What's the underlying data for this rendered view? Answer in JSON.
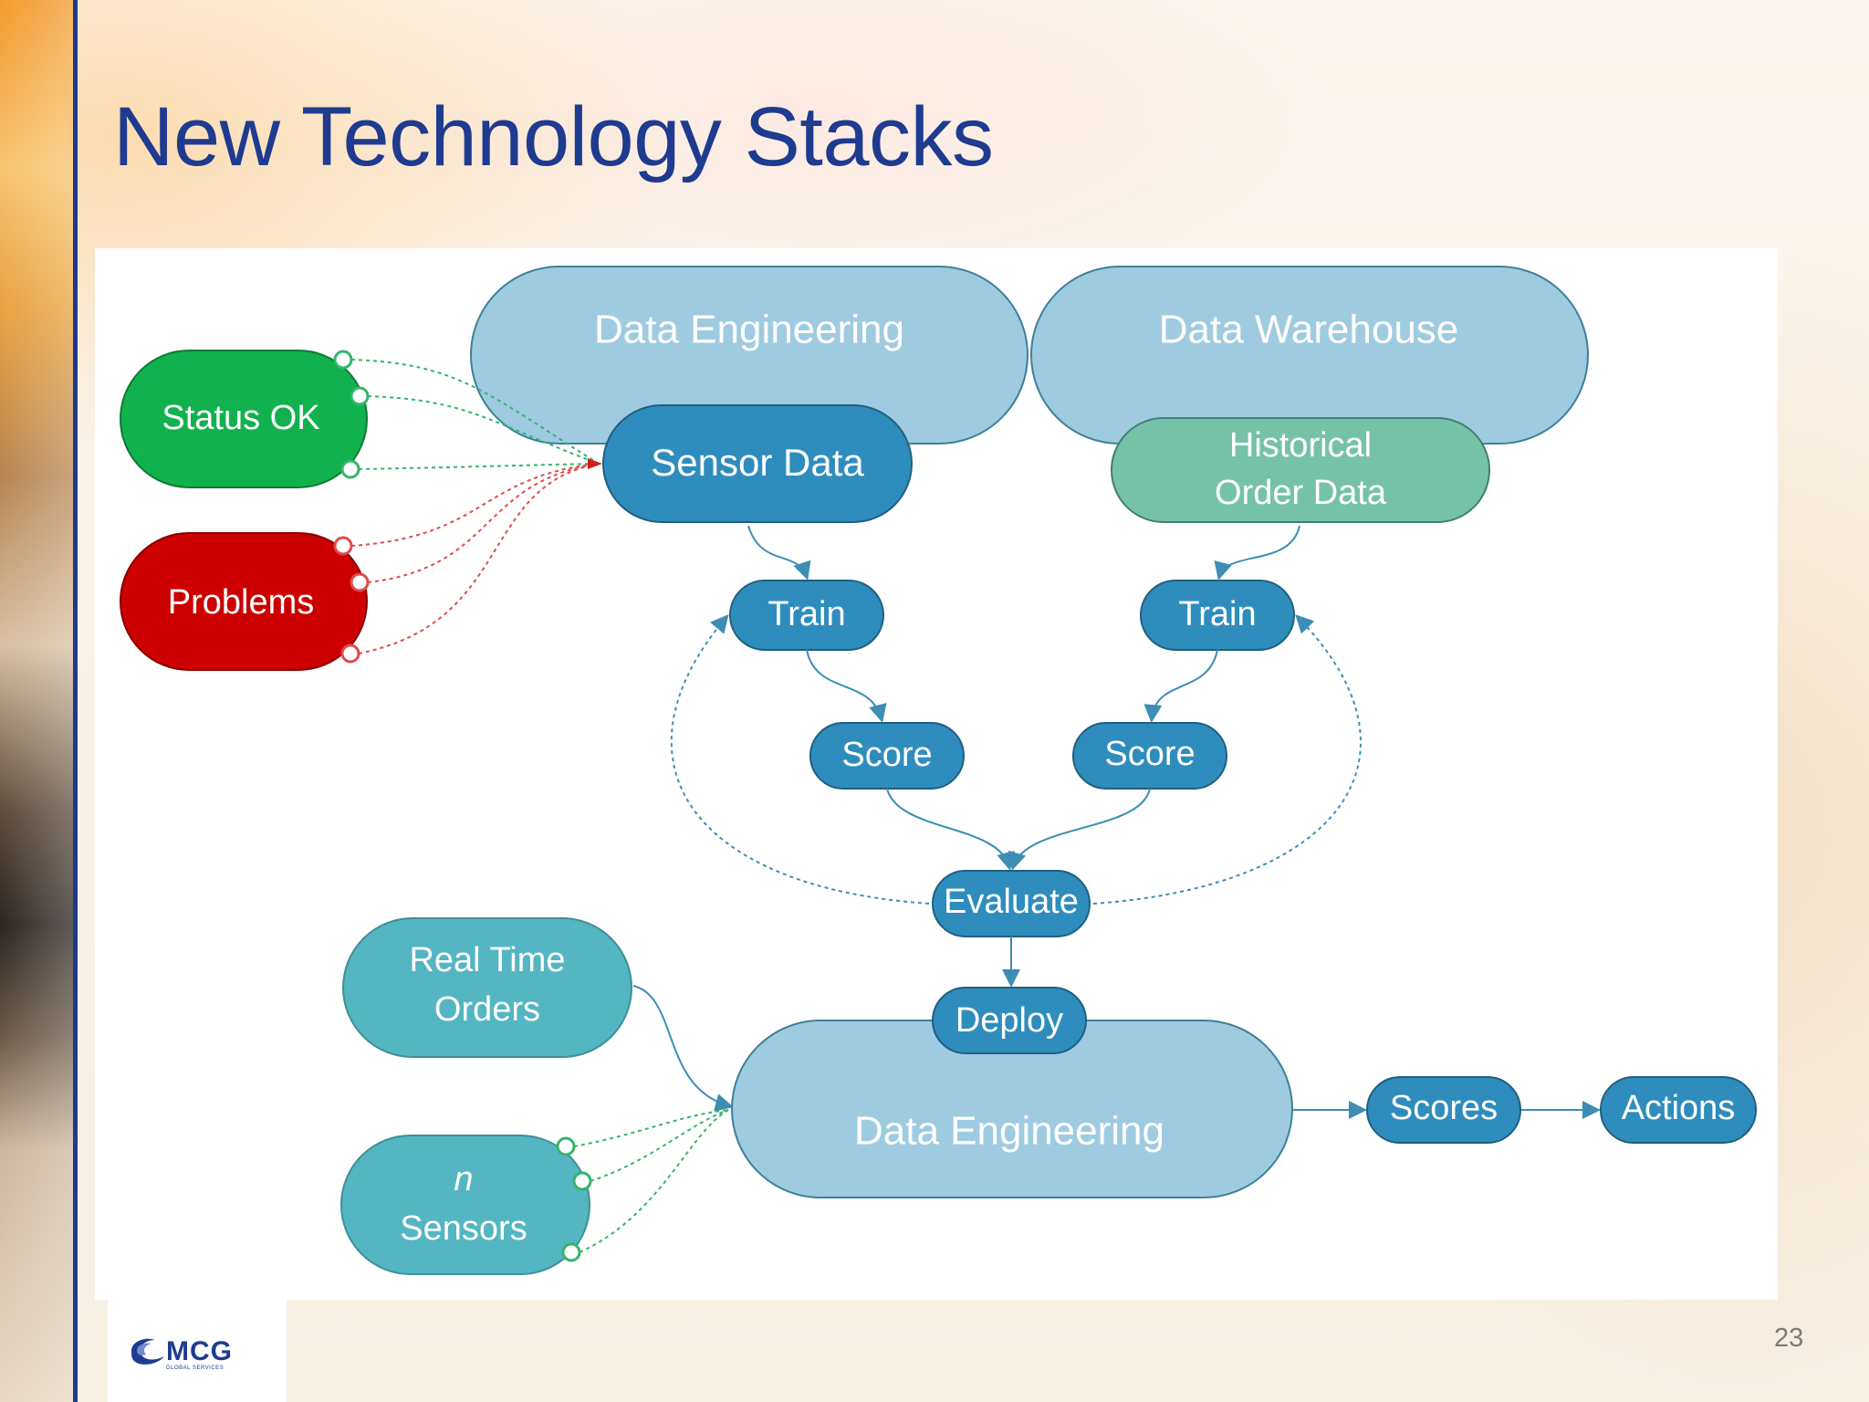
{
  "slide": {
    "title": "New Technology Stacks",
    "page_number": "23"
  },
  "logo": {
    "text": "MCG",
    "subtext": "GLOBAL SERVICES"
  },
  "colors": {
    "title": "#1f3b8f",
    "status_ok": "#11b24d",
    "problems": "#cc0000",
    "data_engineering": "#9fcbe0",
    "dark_node": "#2f8dbd",
    "historical": "#76c2a9",
    "teal_node": "#54b6c2",
    "ok_line": "#35b56a",
    "problem_line": "#e04b4b",
    "flow_line": "#3e8db5"
  },
  "nodes": {
    "data_engineering_top": "Data Engineering",
    "data_warehouse": "Data Warehouse",
    "sensor_data": "Sensor Data",
    "historical_line1": "Historical",
    "historical_line2": "Order Data",
    "status_ok": "Status OK",
    "problems": "Problems",
    "train_left": "Train",
    "train_right": "Train",
    "score_left": "Score",
    "score_right": "Score",
    "evaluate": "Evaluate",
    "deploy": "Deploy",
    "realtime_line1": "Real Time",
    "realtime_line2": "Orders",
    "sensors_n": "n",
    "sensors_line2": "Sensors",
    "data_engineering_bottom": "Data Engineering",
    "scores": "Scores",
    "actions": "Actions"
  }
}
